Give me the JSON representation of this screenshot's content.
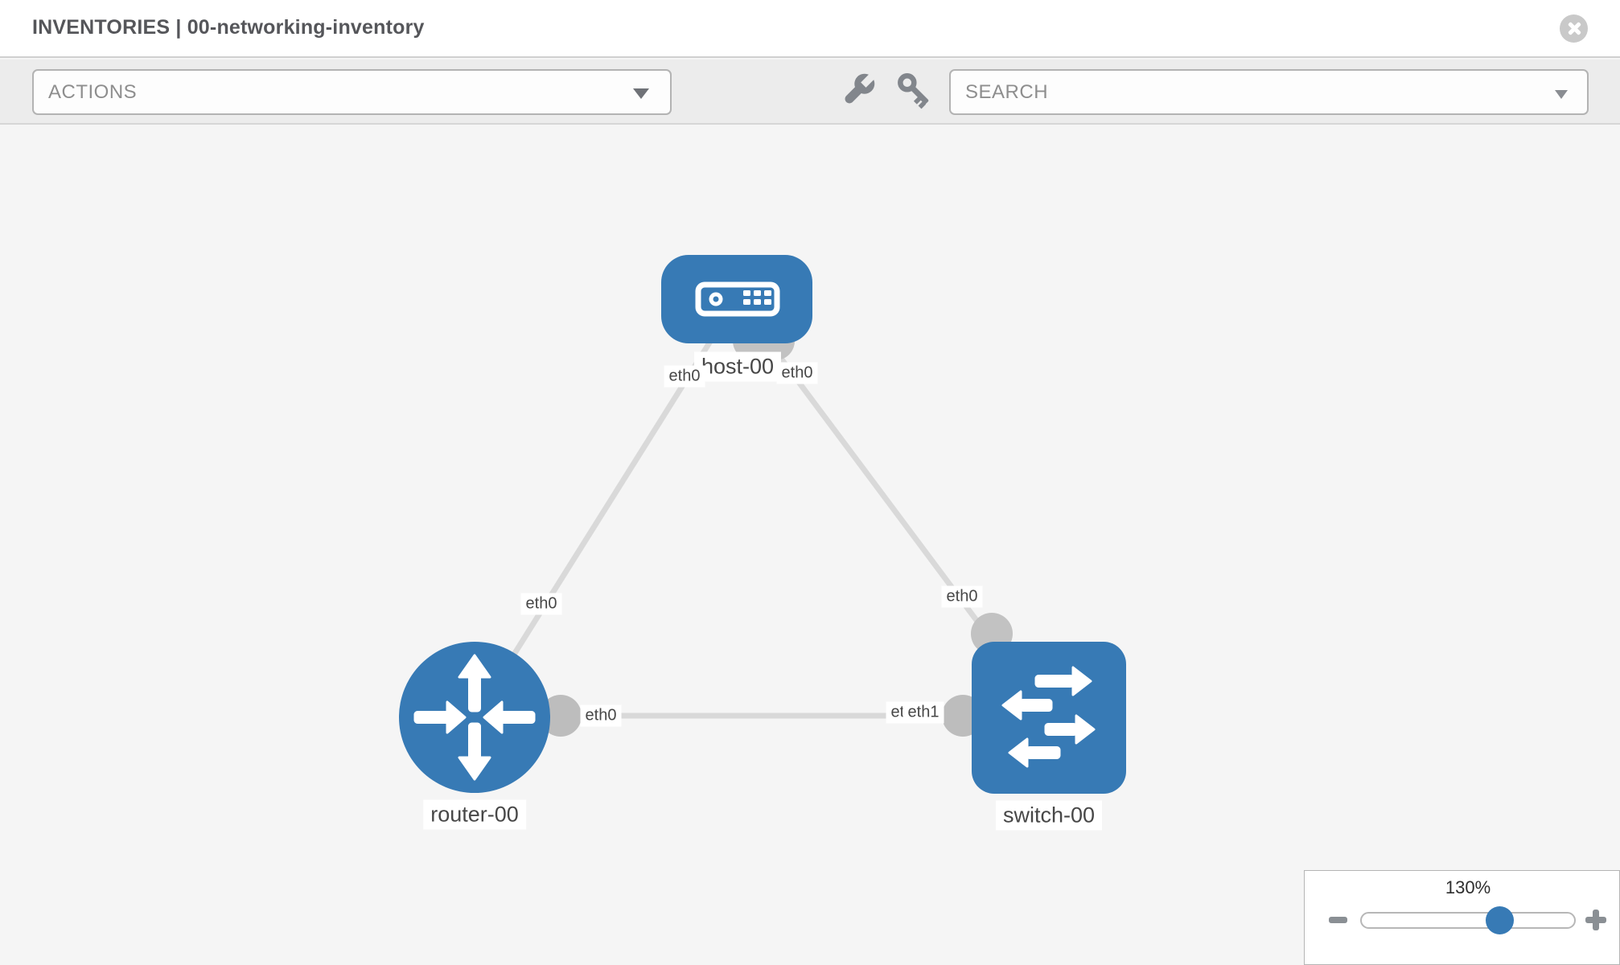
{
  "header": {
    "title": "INVENTORIES | 00-networking-inventory"
  },
  "toolbar": {
    "actions_placeholder": "ACTIONS",
    "search_placeholder": "SEARCH",
    "tool_icons": [
      "wrench",
      "key"
    ]
  },
  "graph": {
    "nodes": [
      {
        "id": "host-00",
        "type": "host",
        "label": "host-00"
      },
      {
        "id": "router-00",
        "type": "router",
        "label": "router-00"
      },
      {
        "id": "switch-00",
        "type": "switch",
        "label": "switch-00"
      }
    ],
    "links": [
      {
        "source": "router-00",
        "target": "host-00",
        "source_interface": "eth0",
        "target_interface": "eth0"
      },
      {
        "source": "switch-00",
        "target": "host-00",
        "source_interface": "eth0",
        "target_interface": "eth0"
      },
      {
        "source": "router-00",
        "target": "switch-00",
        "source_interface": "eth0",
        "target_interface": "eth1"
      }
    ],
    "interface_labels": [
      "eth0",
      "eth0",
      "eth0",
      "eth0",
      "eth0",
      "eth0",
      "eth1"
    ]
  },
  "zoom": {
    "level": "130%"
  },
  "colors": {
    "node_fill": "#377ab5",
    "link": "#d9d9d9",
    "connector": "#c2c2c2",
    "canvas_bg": "#f5f5f5",
    "toolbar_bg": "#ececec"
  }
}
